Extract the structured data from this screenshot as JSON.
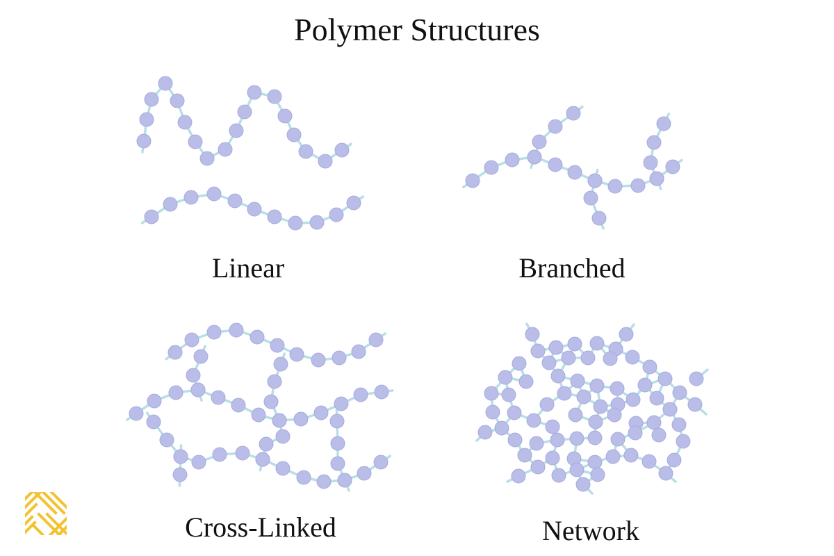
{
  "title": "Polymer Structures",
  "colors": {
    "bead_fill": "#b9bde8",
    "bead_stroke": "#a6abdc",
    "bond": "#b6dfe6",
    "text": "#111111",
    "logo": "#f2c230"
  },
  "panels": [
    {
      "id": "linear",
      "label": "Linear",
      "icon": "linear-polymer-chains"
    },
    {
      "id": "branched",
      "label": "Branched",
      "icon": "branched-polymer-chain"
    },
    {
      "id": "cross-linked",
      "label": "Cross-Linked",
      "icon": "cross-linked-polymer"
    },
    {
      "id": "network",
      "label": "Network",
      "icon": "network-polymer"
    }
  ],
  "logo": {
    "icon": "striped-square-logo-icon"
  }
}
